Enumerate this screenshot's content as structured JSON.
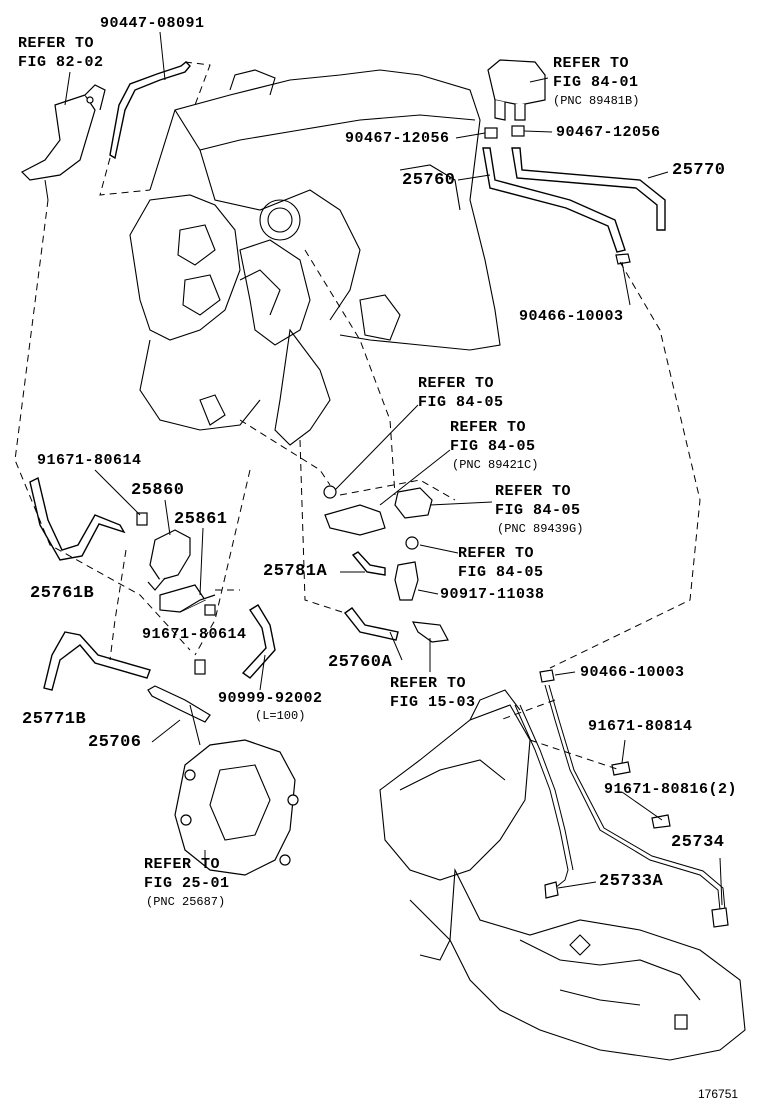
{
  "labels": {
    "refer_82_02": {
      "line1": "REFER TO",
      "line2": "FIG 82-02"
    },
    "p90447": "90447-08091",
    "refer_84_01": {
      "line1": "REFER TO",
      "line2": "FIG 84-01",
      "line3": "(PNC 89481B)"
    },
    "p90467_left": "90467-12056",
    "p90467_right": "90467-12056",
    "p25760": "25760",
    "p25770": "25770",
    "p90466_top": "90466-10003",
    "refer_84_05_a": {
      "line1": "REFER TO",
      "line2": "FIG 84-05"
    },
    "refer_84_05_b": {
      "line1": "REFER TO",
      "line2": "FIG 84-05",
      "line3": "(PNC 89421C)"
    },
    "refer_84_05_c": {
      "line1": "REFER TO",
      "line2": "FIG 84-05",
      "line3": "(PNC 89439G)"
    },
    "refer_84_05_d": {
      "line1": "REFER TO",
      "line2": "FIG 84-05"
    },
    "p91671_a": "91671-80614",
    "p25860": "25860",
    "p25861": "25861",
    "p25761B": "25761B",
    "p91671_b": "91671-80614",
    "p25781A": "25781A",
    "p90917": "90917-11038",
    "p25760A": "25760A",
    "refer_15_03": {
      "line1": "REFER TO",
      "line2": "FIG 15-03"
    },
    "p25771B": "25771B",
    "p90999": "90999-92002",
    "l100": "(L=100)",
    "p25706": "25706",
    "p90466_bottom": "90466-10003",
    "p91671_80814": "91671-80814",
    "p91671_80816": "91671-80816(2)",
    "p25734": "25734",
    "p25733A": "25733A",
    "refer_25_01": {
      "line1": "REFER TO",
      "line2": "FIG 25-01",
      "line3": "(PNC 25687)"
    },
    "figure_number": "176751"
  }
}
